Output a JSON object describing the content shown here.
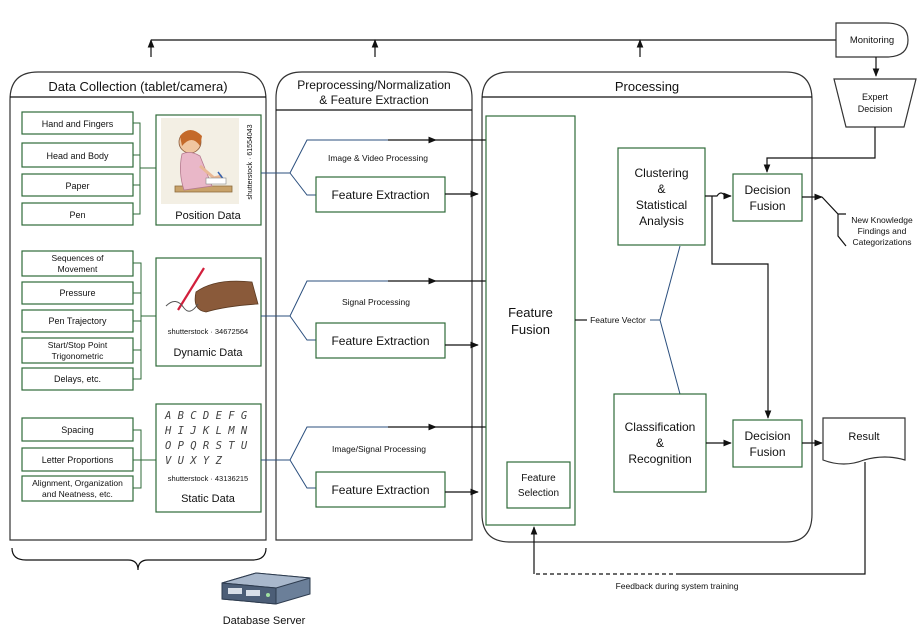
{
  "panels": {
    "data_collection": "Data Collection (tablet/camera)",
    "preprocessing_line1": "Preprocessing/Normalization",
    "preprocessing_line2": "& Feature Extraction",
    "processing": "Processing"
  },
  "position_inputs": [
    "Hand and Fingers",
    "Head and Body",
    "Paper",
    "Pen"
  ],
  "dynamic_inputs": {
    "seq_line1": "Sequences of",
    "seq_line2": "Movement",
    "pressure": "Pressure",
    "trajectory": "Pen Trajectory",
    "startstop_line1": "Start/Stop  Point",
    "startstop_line2": "Trigonometric",
    "delays": "Delays, etc."
  },
  "static_inputs": {
    "spacing": "Spacing",
    "proportions": "Letter Proportions",
    "align_line1": "Alignment, Organization",
    "align_line2": "and Neatness, etc."
  },
  "data_types": {
    "position": "Position Data",
    "dynamic": "Dynamic Data",
    "static": "Static Data"
  },
  "watermarks": {
    "position": "shutterstock · 61554043",
    "dynamic": "shutterstock · 34672564",
    "static": "shutterstock · 43136215"
  },
  "static_letters": [
    "A B C D E F G",
    "H I J K L M N",
    "O P Q R S T U",
    "V U X Y Z"
  ],
  "processing_labels": {
    "image_video": "Image & Video Processing",
    "signal": "Signal Processing",
    "image_signal": "Image/Signal  Processing"
  },
  "feature_extraction": "Feature Extraction",
  "feature_fusion_line1": "Feature",
  "feature_fusion_line2": "Fusion",
  "feature_selection_line1": "Feature",
  "feature_selection_line2": "Selection",
  "feature_vector": "Feature Vector",
  "clustering": [
    "Clustering",
    "&",
    "Statistical",
    "Analysis"
  ],
  "classification": [
    "Classification",
    "&",
    "Recognition"
  ],
  "decision_fusion_line1": "Decision",
  "decision_fusion_line2": "Fusion",
  "monitoring": "Monitoring",
  "expert_line1": "Expert",
  "expert_line2": "Decision",
  "new_knowledge": [
    "New Knowledge",
    "Findings  and",
    "Categorizations"
  ],
  "result": "Result",
  "feedback": "Feedback during system training",
  "database_server": "Database Server"
}
